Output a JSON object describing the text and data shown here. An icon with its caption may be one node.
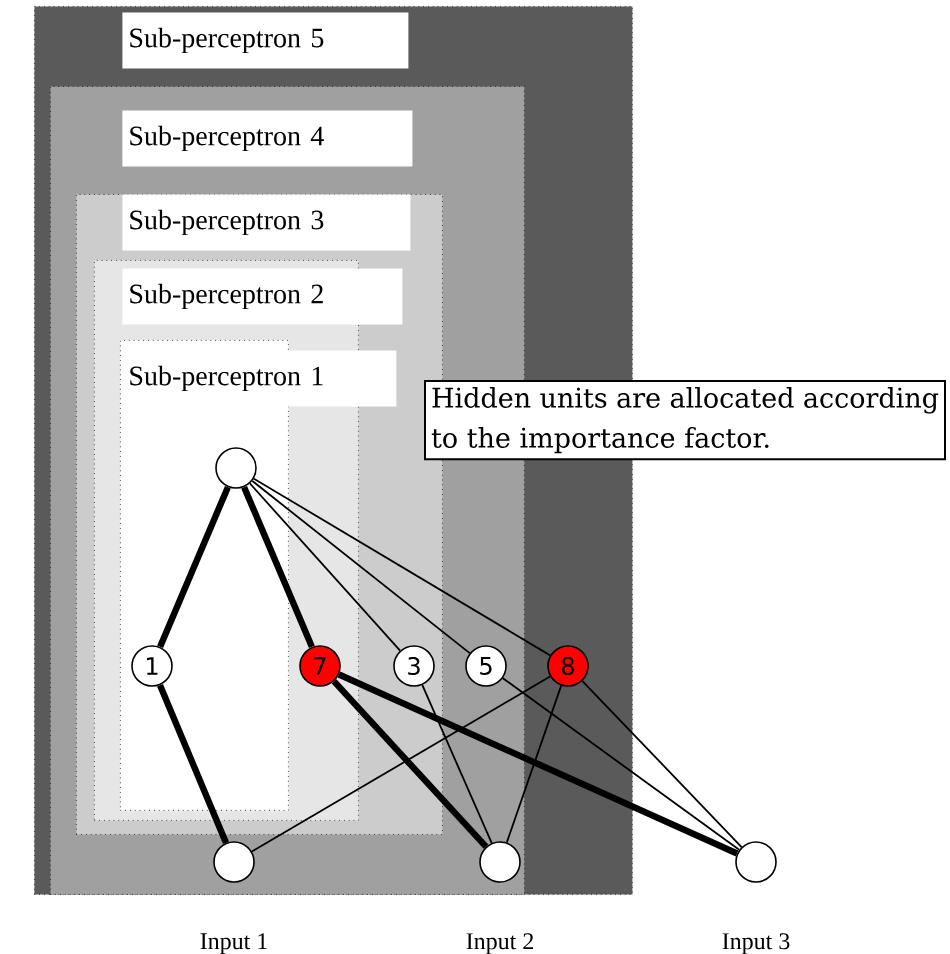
{
  "diagram": {
    "nodes": [
      {
        "text": [
          "Sub-perceptron 5"
        ]
      },
      {
        "text": [
          "Sub-perceptron 4"
        ],
        "in": 0
      },
      {
        "text": [
          "Sub-perceptron 3"
        ],
        "in": 1
      },
      {
        "text": [
          "Sub-perceptron 2"
        ],
        "in": 2
      },
      {
        "text": [
          "Sub-perceptron 1"
        ],
        "in": 3
      },
      {
        "text": [
          "Hidden units are allocated according to the importance factor."
        ]
      },
      {
        "text": [],
        "shape": "circle",
        "in": 4
      },
      {
        "text": [
          "1"
        ],
        "in": 4
      },
      {
        "text": [
          "7"
        ],
        "in": 3
      },
      {
        "text": [
          "3"
        ],
        "in": 2
      },
      {
        "text": [
          "5"
        ],
        "in": 1
      },
      {
        "text": [
          "8"
        ],
        "in": 0
      },
      {
        "text": [],
        "shape": "circle",
        "in": 1,
        "beside": [
          "Input 1"
        ]
      },
      {
        "text": [],
        "shape": "circle",
        "in": 1,
        "beside": [
          "Input 2"
        ]
      },
      {
        "text": [],
        "shape": "circle",
        "beside": [
          "Input 3"
        ]
      }
    ],
    "edges": [
      {
        "from": 6,
        "to": 7,
        "arrow": "none",
        "style": "thick"
      },
      {
        "from": 6,
        "to": 8,
        "arrow": "none",
        "style": "thick"
      },
      {
        "from": 6,
        "to": 9,
        "arrow": "none"
      },
      {
        "from": 6,
        "to": 10,
        "arrow": "none"
      },
      {
        "from": 6,
        "to": 11,
        "arrow": "none"
      },
      {
        "from": 7,
        "to": 12,
        "arrow": "none",
        "style": "thick"
      },
      {
        "from": 8,
        "to": 13,
        "arrow": "none",
        "style": "thick"
      },
      {
        "from": 8,
        "to": 14,
        "arrow": "none",
        "style": "thick"
      },
      {
        "from": 9,
        "to": 13,
        "arrow": "none"
      },
      {
        "from": 10,
        "to": 14,
        "arrow": "none"
      },
      {
        "from": 11,
        "to": 12,
        "arrow": "none"
      },
      {
        "from": 11,
        "to": 13,
        "arrow": "none"
      },
      {
        "from": 11,
        "to": 14,
        "arrow": "none"
      }
    ]
  }
}
